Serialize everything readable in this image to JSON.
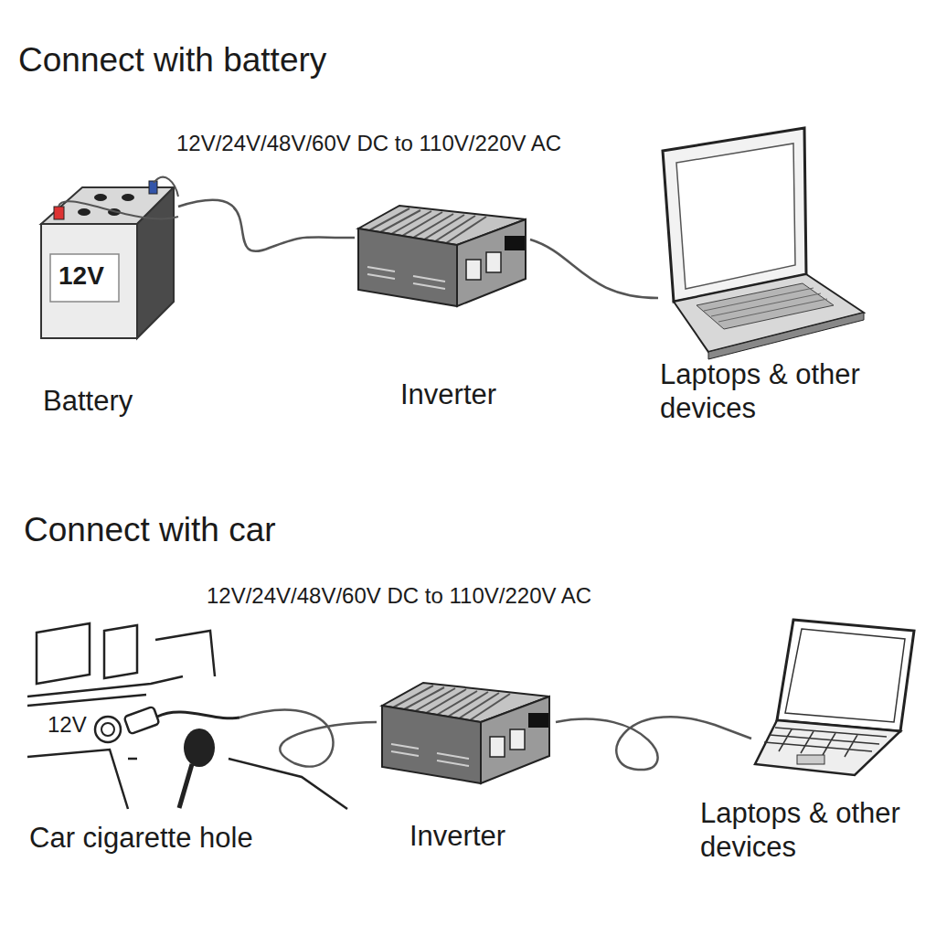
{
  "diagram": {
    "nodes": [
      {
        "text": [
          "12V",
          "Battery"
        ]
      },
      {
        "text": [
          "Inverter"
        ]
      },
      {
        "text": [
          "Laptops & other devices"
        ]
      },
      {
        "text": [
          "12V",
          "Car cigarette hole"
        ]
      },
      {
        "text": [
          "Inverter"
        ]
      },
      {
        "text": [
          "Laptops & other devices"
        ]
      }
    ],
    "edges": [
      {
        "from": 0,
        "to": 1,
        "arrow": "none"
      },
      {
        "from": 1,
        "to": 2,
        "arrow": "none"
      },
      {
        "from": 3,
        "to": 4,
        "arrow": "none"
      },
      {
        "from": 4,
        "to": 5,
        "arrow": "none"
      }
    ],
    "labels": [
      "Connect with battery",
      "12V/24V/48V/60V DC to 110V/220V AC",
      "Connect with car",
      "12V/24V/48V/60V DC to 110V/220V AC"
    ]
  }
}
